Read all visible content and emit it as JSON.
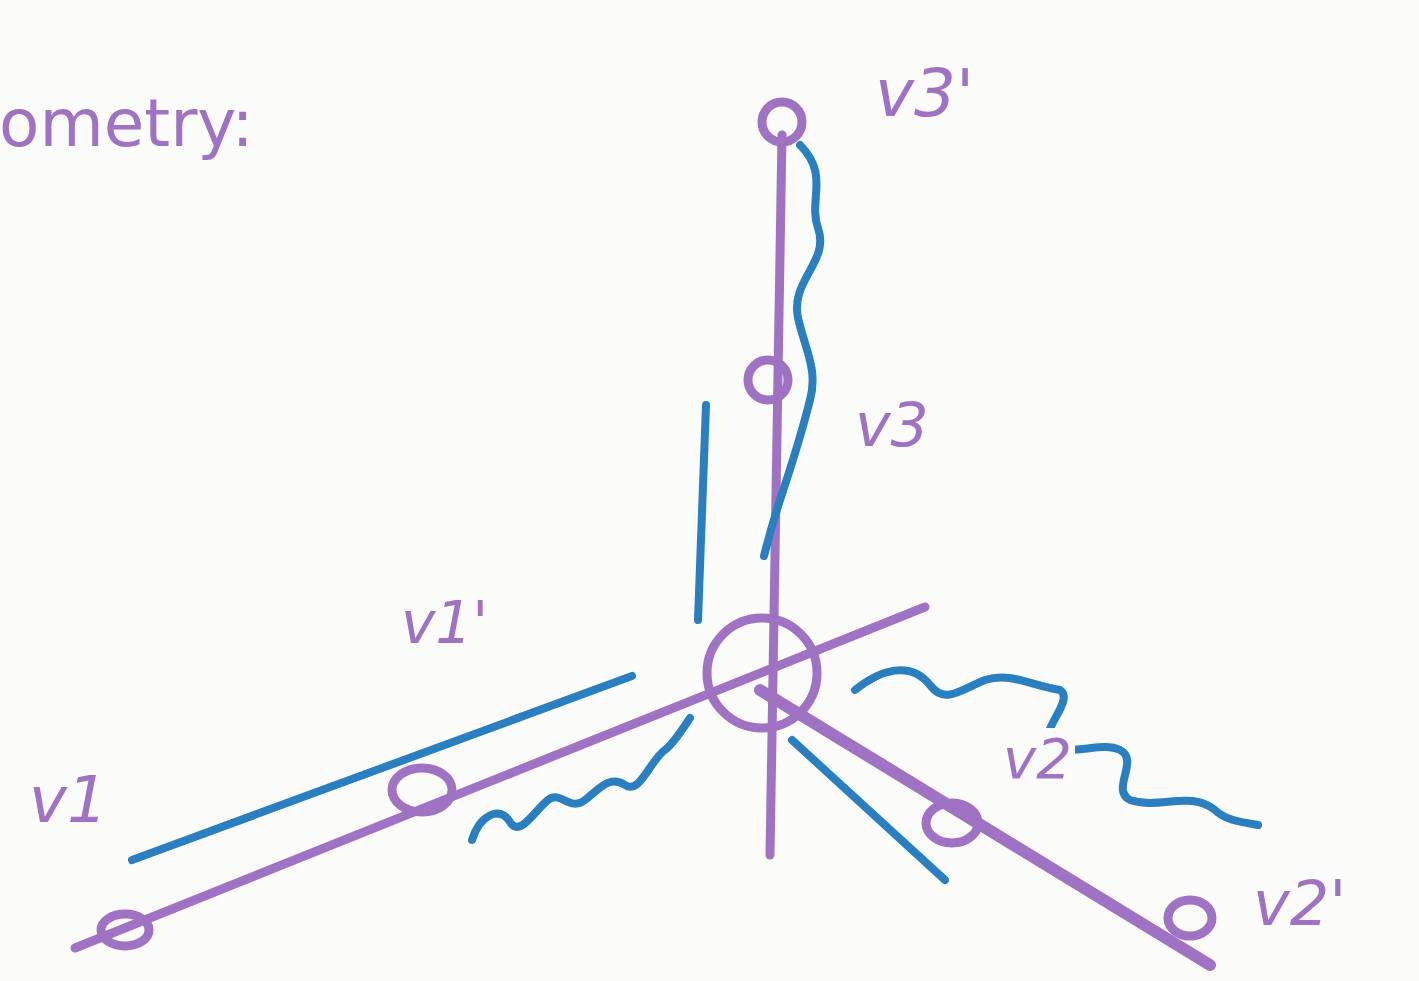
{
  "diagram": {
    "title": "ometry:",
    "labels": [
      "v3'",
      "v3",
      "v1'",
      "v1",
      "v2",
      "v2'"
    ]
  }
}
